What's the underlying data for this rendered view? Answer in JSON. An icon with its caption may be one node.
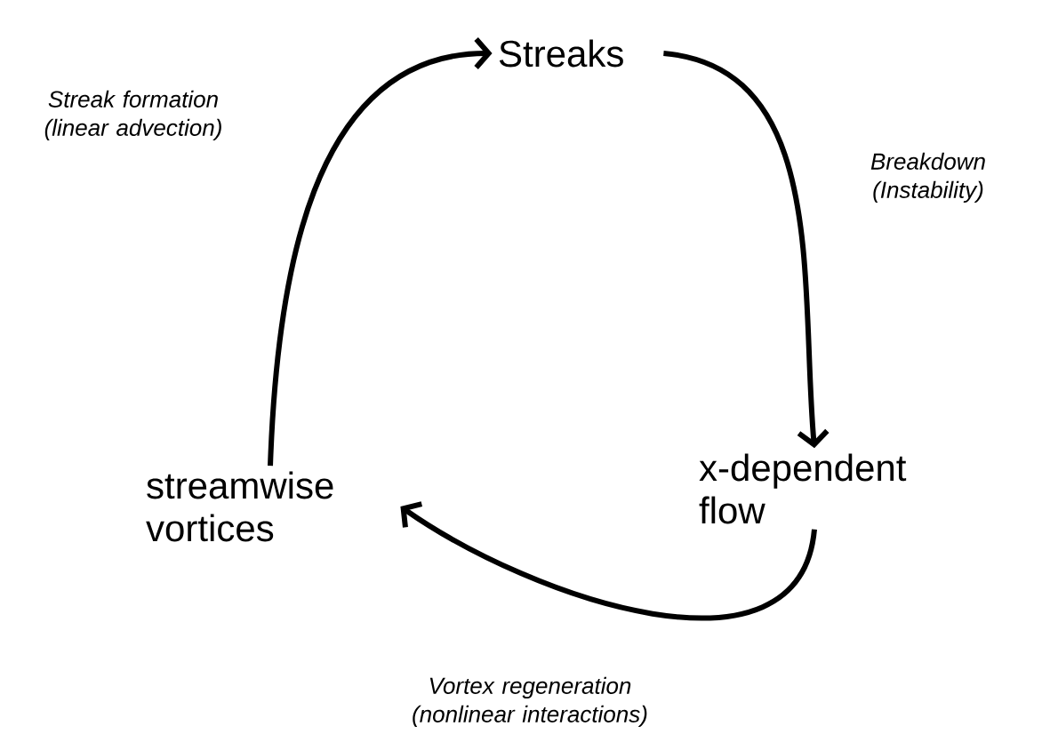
{
  "diagram": {
    "nodes": [
      {
        "text": [
          "Streaks"
        ]
      },
      {
        "text": [
          "x-dependent flow"
        ]
      },
      {
        "text": [
          "streamwise vortices"
        ]
      }
    ],
    "edges": [
      {
        "from": 0,
        "to": 1,
        "arrow": "to",
        "label": "Breakdown (Instability)"
      },
      {
        "from": 1,
        "to": 2,
        "arrow": "to",
        "label": "Vortex regeneration (nonlinear interactions)"
      },
      {
        "from": 2,
        "to": 0,
        "arrow": "to",
        "label": "Streak formation (linear advection)"
      }
    ]
  }
}
